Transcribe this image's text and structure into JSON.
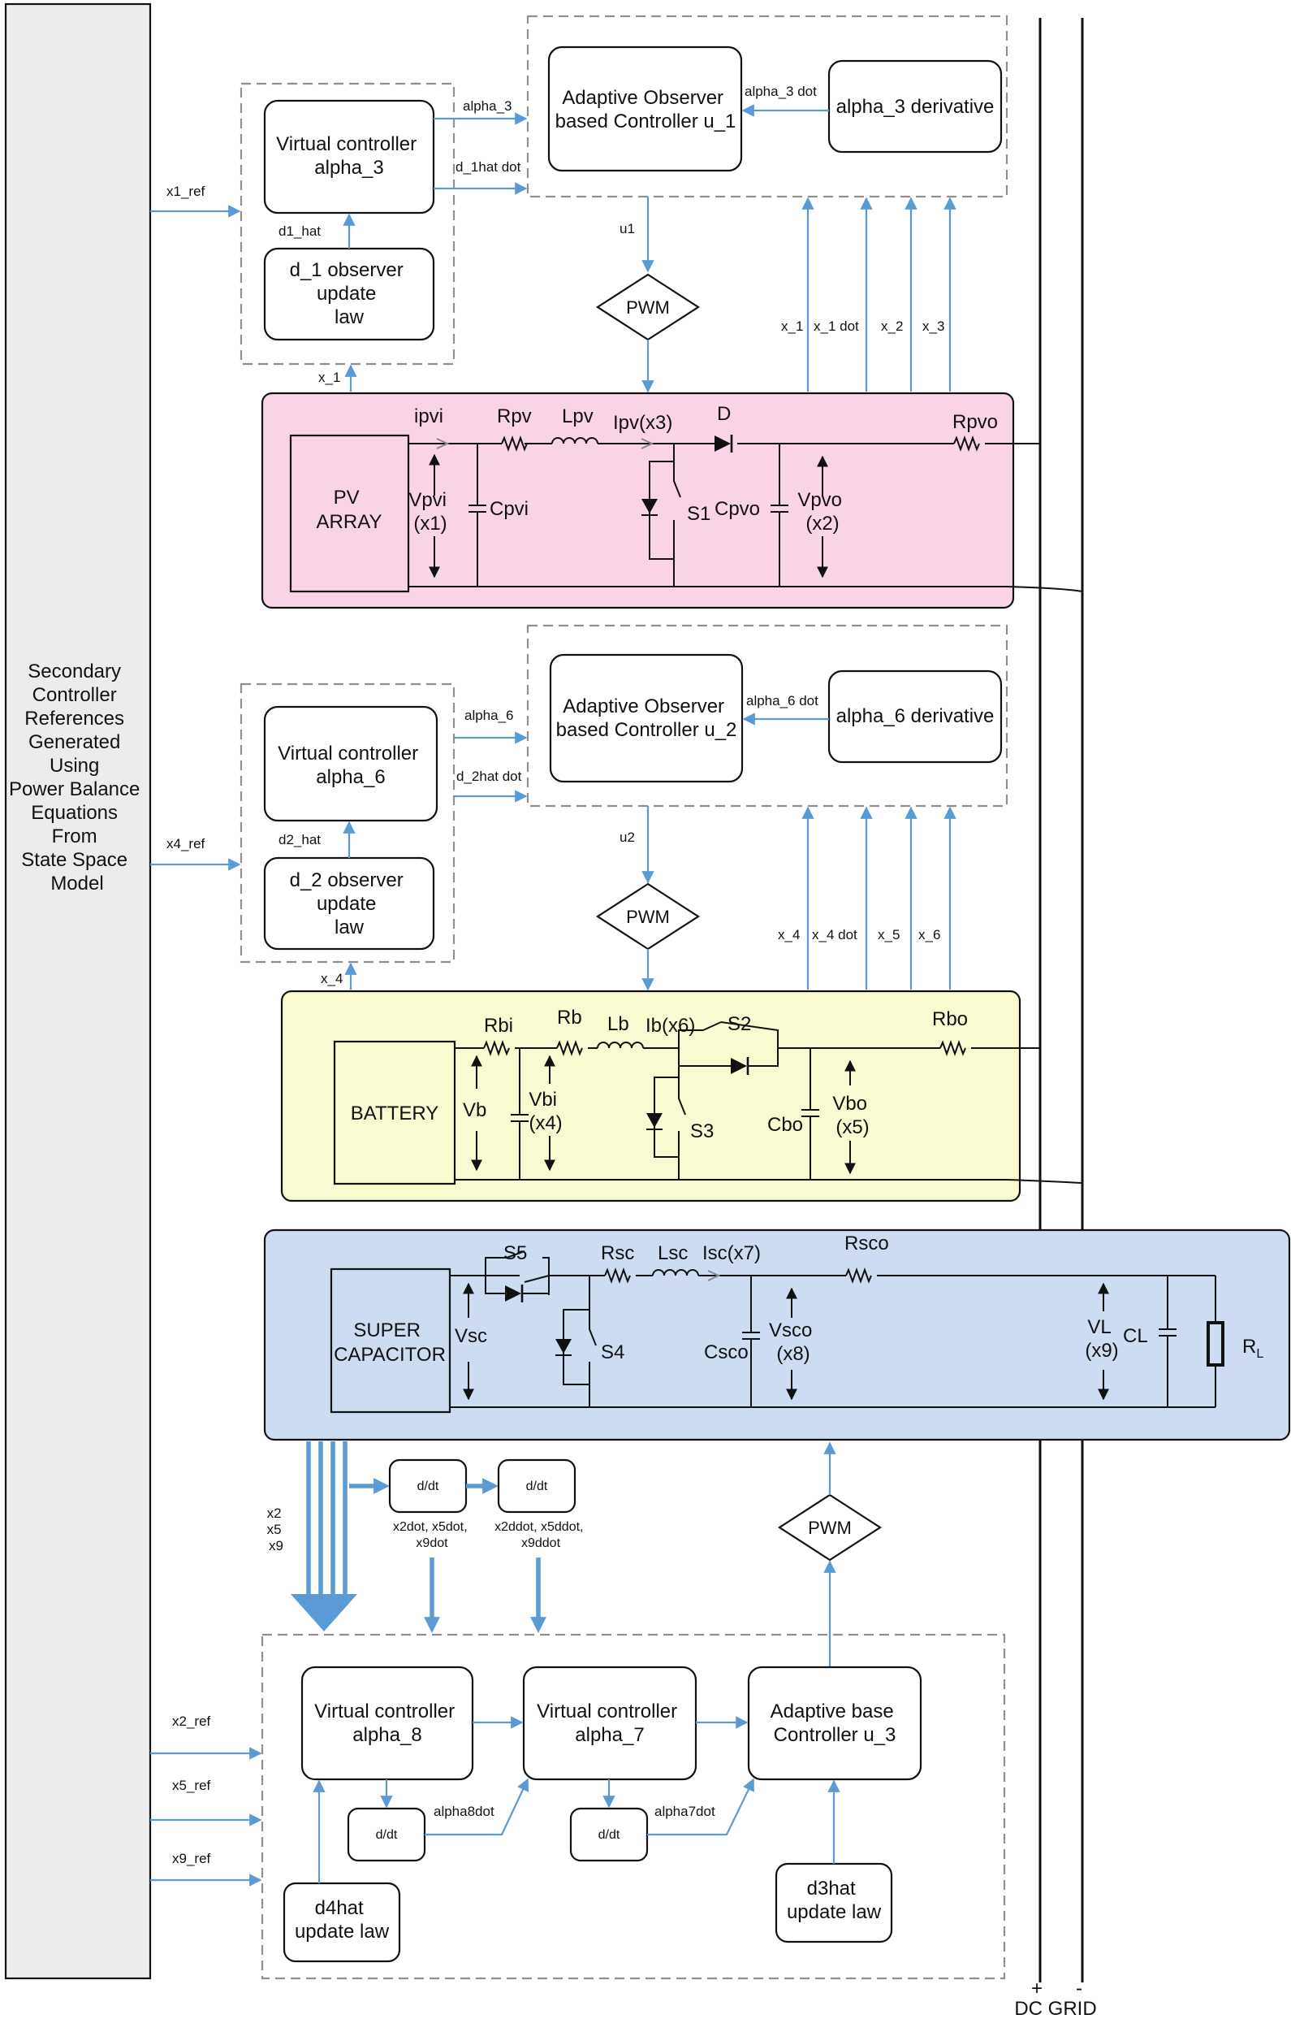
{
  "reference_block": {
    "lines": [
      "Secondary",
      "Controller",
      "References",
      "Generated",
      "Using",
      "Power Balance",
      "Equations",
      "From",
      "State Space",
      "Model"
    ]
  },
  "pv_stage": {
    "ref_label": "x1_ref",
    "virtual_controller": [
      "Virtual controller",
      "alpha_3"
    ],
    "observer": [
      "d_1 observer",
      "update",
      "law"
    ],
    "observer_out": "d1_hat",
    "adaptive_controller": [
      "Adaptive Observer",
      "based Controller u_1"
    ],
    "derivative": "alpha_3 derivative",
    "derivative_out": "alpha_3 dot",
    "alpha_label": "alpha_3",
    "dhat_dot_label": "d_1hat dot",
    "control_label": "u1",
    "pwm": "PWM",
    "feedback_labels": [
      "x_1",
      "x_1 dot",
      "x_2",
      "x_3"
    ],
    "state_label": "x_1",
    "circuit": {
      "source": [
        "PV",
        "ARRAY"
      ],
      "ipvi": "ipvi",
      "rpv": "Rpv",
      "lpv": "Lpv",
      "ipv": "Ipv(x3)",
      "diode": "D",
      "rpvo": "Rpvo",
      "vpvi": [
        "Vpvi",
        "(x1)"
      ],
      "cpvi": "Cpvi",
      "switch": "S1",
      "cpvo": "Cpvo",
      "vpvo": [
        "Vpvo",
        "(x2)"
      ]
    }
  },
  "battery_stage": {
    "ref_label": "x4_ref",
    "virtual_controller": [
      "Virtual controller",
      "alpha_6"
    ],
    "observer": [
      "d_2 observer",
      "update",
      "law"
    ],
    "observer_out": "d2_hat",
    "adaptive_controller": [
      "Adaptive Observer",
      "based Controller u_2"
    ],
    "derivative": "alpha_6 derivative",
    "derivative_out": "alpha_6 dot",
    "alpha_label": "alpha_6",
    "dhat_dot_label": "d_2hat dot",
    "control_label": "u2",
    "pwm": "PWM",
    "feedback_labels": [
      "x_4",
      "x_4 dot",
      "x_5",
      "x_6"
    ],
    "state_label": "x_4",
    "circuit": {
      "source": "BATTERY",
      "rbi": "Rbi",
      "rb": "Rb",
      "lb": "Lb",
      "ib": "Ib(x6)",
      "s2": "S2",
      "rbo": "Rbo",
      "vb": "Vb",
      "vbi": [
        "Vbi",
        "(x4)"
      ],
      "s3": "S3",
      "cbo": "Cbo",
      "vbo": [
        "Vbo",
        "(x5)"
      ]
    }
  },
  "sc_stage": {
    "circuit": {
      "source": [
        "SUPER",
        "CAPACITOR"
      ],
      "s5": "S5",
      "rsc": "Rsc",
      "lsc": "Lsc",
      "isc": "Isc(x7)",
      "rsco": "Rsco",
      "vsc": "Vsc",
      "s4": "S4",
      "csco": "Csco",
      "vsco": [
        "Vsco",
        "(x8)"
      ],
      "vl": [
        "VL",
        "(x9)"
      ],
      "cl": "CL",
      "rl": "R",
      "rl_sub": "L"
    },
    "bus_states": [
      "x2",
      "x5",
      "x9"
    ],
    "ddt1": "d/dt",
    "ddt2": "d/dt",
    "ddt1_out": [
      "x2dot, x5dot,",
      "x9dot"
    ],
    "ddt2_out": [
      "x2ddot, x5ddot,",
      "x9ddot"
    ],
    "pwm": "PWM",
    "refs": [
      "x2_ref",
      "x5_ref",
      "x9_ref"
    ],
    "vc8": [
      "Virtual controller",
      "alpha_8"
    ],
    "vc7": [
      "Virtual controller",
      "alpha_7"
    ],
    "adaptive": [
      "Adaptive base",
      "Controller u_3"
    ],
    "ddt8": "d/dt",
    "ddt7": "d/dt",
    "alpha8dot": "alpha8dot",
    "alpha7dot": "alpha7dot",
    "d4hat": [
      "d4hat",
      "update law"
    ],
    "d3hat": [
      "d3hat",
      "update law"
    ]
  },
  "grid": {
    "plus": "+",
    "minus": "-",
    "label": "DC GRID"
  },
  "colors": {
    "pv_fill": "#f9d4e6",
    "battery_fill": "#fafad0",
    "sc_fill": "#cddcf0",
    "signal": "#5b9bd5",
    "dashed": "#8f8f8f"
  }
}
